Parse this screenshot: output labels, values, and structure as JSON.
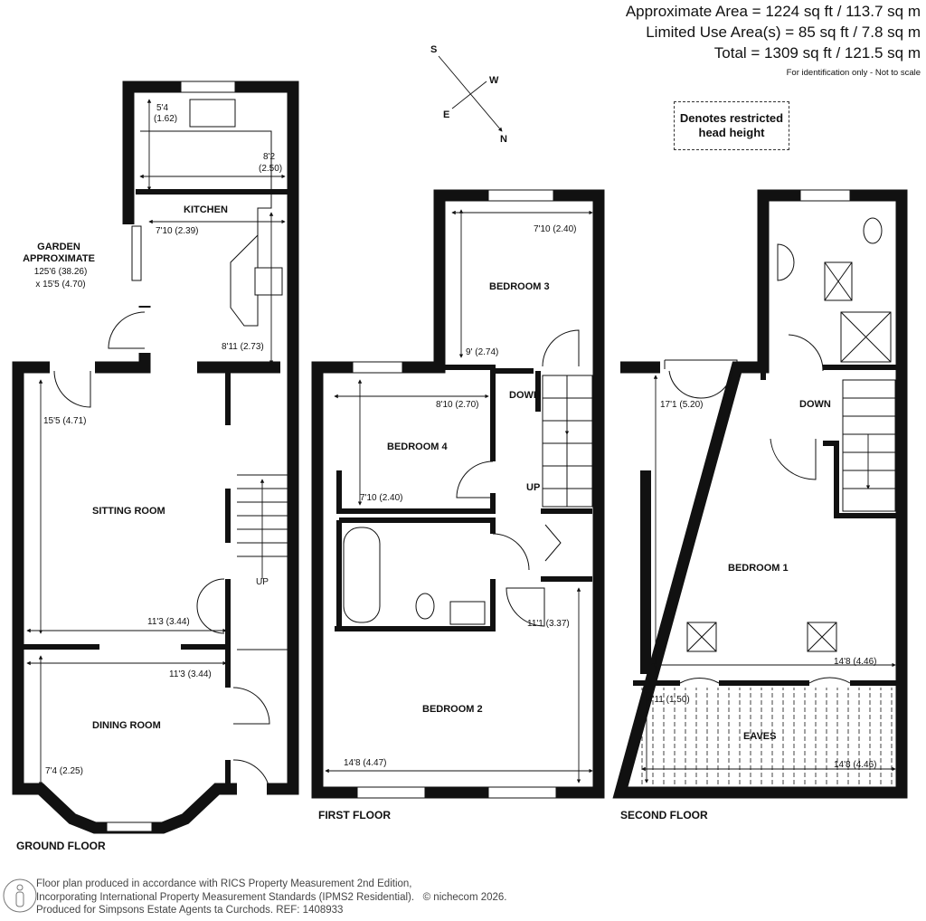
{
  "areas": {
    "approximate": "Approximate Area = 1224 sq ft / 113.7 sq m",
    "limited_use": "Limited Use Area(s) = 85 sq ft / 7.8 sq m",
    "total": "Total = 1309 sq ft / 121.5 sq m",
    "note": "For identification only - Not to scale"
  },
  "legend": {
    "line1": "Denotes restricted",
    "line2": "head height"
  },
  "compass": {
    "s": "S",
    "w": "W",
    "e": "E",
    "n": "N"
  },
  "ground_floor": {
    "label": "GROUND FLOOR",
    "garden": {
      "line1": "GARDEN",
      "line2": "APPROXIMATE",
      "line3": "125'6 (38.26)",
      "line4": "x 15'5 (4.70)"
    },
    "kitchen": {
      "name": "KITCHEN",
      "dim1": "5'4",
      "dim1m": "(1.62)",
      "dim2": "8'2",
      "dim2m": "(2.50)",
      "dim3": "7'10 (2.39)",
      "dim4": "8'11 (2.73)"
    },
    "sitting_room": {
      "name": "SITTING ROOM",
      "dim1": "15'5 (4.71)",
      "dim2": "11'3 (3.44)"
    },
    "dining_room": {
      "name": "DINING ROOM",
      "dim1": "11'3 (3.44)",
      "dim2": "7'4 (2.25)"
    },
    "stairs": "UP"
  },
  "first_floor": {
    "label": "FIRST FLOOR",
    "bedroom3": {
      "name": "BEDROOM 3",
      "dim1": "7'10 (2.40)",
      "dim2": "9' (2.74)"
    },
    "bedroom4": {
      "name": "BEDROOM 4",
      "dim1": "8'10 (2.70)",
      "dim2": "7'10 (2.40)"
    },
    "bedroom2": {
      "name": "BEDROOM 2",
      "dim1": "11'1 (3.37)",
      "dim2": "14'8 (4.47)"
    },
    "stairs_down": "DOWN",
    "stairs_up": "UP"
  },
  "second_floor": {
    "label": "SECOND FLOOR",
    "bedroom1": {
      "name": "BEDROOM 1",
      "dim1": "17'1 (5.20)",
      "dim2": "14'8 (4.46)"
    },
    "eaves": {
      "name": "EAVES",
      "dim1": "4'11 (1.50)",
      "dim2": "14'8 (4.46)"
    },
    "stairs_down": "DOWN"
  },
  "footer": {
    "line1": "Floor plan produced in accordance with RICS Property Measurement 2nd Edition,",
    "line2": "Incorporating International Property Measurement Standards (IPMS2 Residential).",
    "copyright": "© nichecom 2026.",
    "line3": "Produced for Simpsons Estate Agents ta Curchods.   REF: 1408933"
  }
}
